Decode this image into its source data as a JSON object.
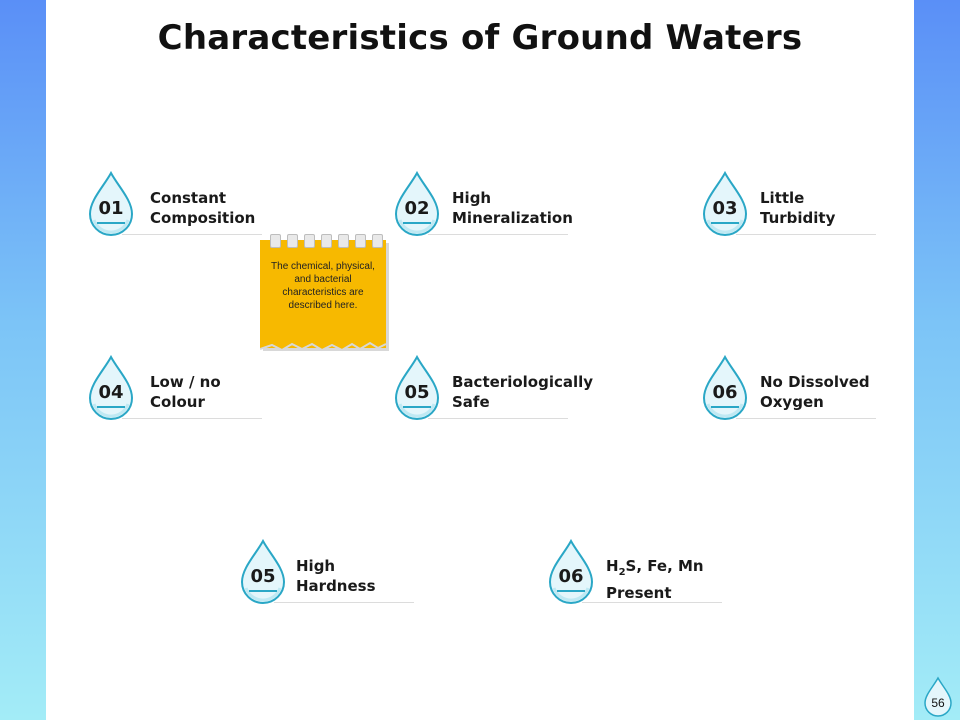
{
  "title": "Characteristics of Ground Waters",
  "note": "The chemical, physical, and bacterial characteristics are described here.",
  "page_number": "56",
  "items": [
    {
      "num": "01",
      "line1": "Constant",
      "line2": "Composition"
    },
    {
      "num": "02",
      "line1": "High",
      "line2": "Mineralization"
    },
    {
      "num": "03",
      "line1": "Little",
      "line2": "Turbidity"
    },
    {
      "num": "04",
      "line1": "Low / no",
      "line2": "Colour"
    },
    {
      "num": "05",
      "line1": "Bacteriologically",
      "line2": "Safe"
    },
    {
      "num": "06",
      "line1": "No Dissolved",
      "line2": "Oxygen"
    },
    {
      "num": "05",
      "line1": "High",
      "line2": "Hardness"
    },
    {
      "num": "06",
      "line1_h": "H",
      "line1_sub": "2",
      "line1_rest": "S, Fe, Mn",
      "line2": "Present"
    }
  ],
  "colors": {
    "drop_stroke": "#2aa7c6",
    "drop_fill": "#e4f6fb",
    "note": "#f7b900",
    "side_top": "#5a8ff7",
    "side_bottom": "#a3ecf7"
  }
}
